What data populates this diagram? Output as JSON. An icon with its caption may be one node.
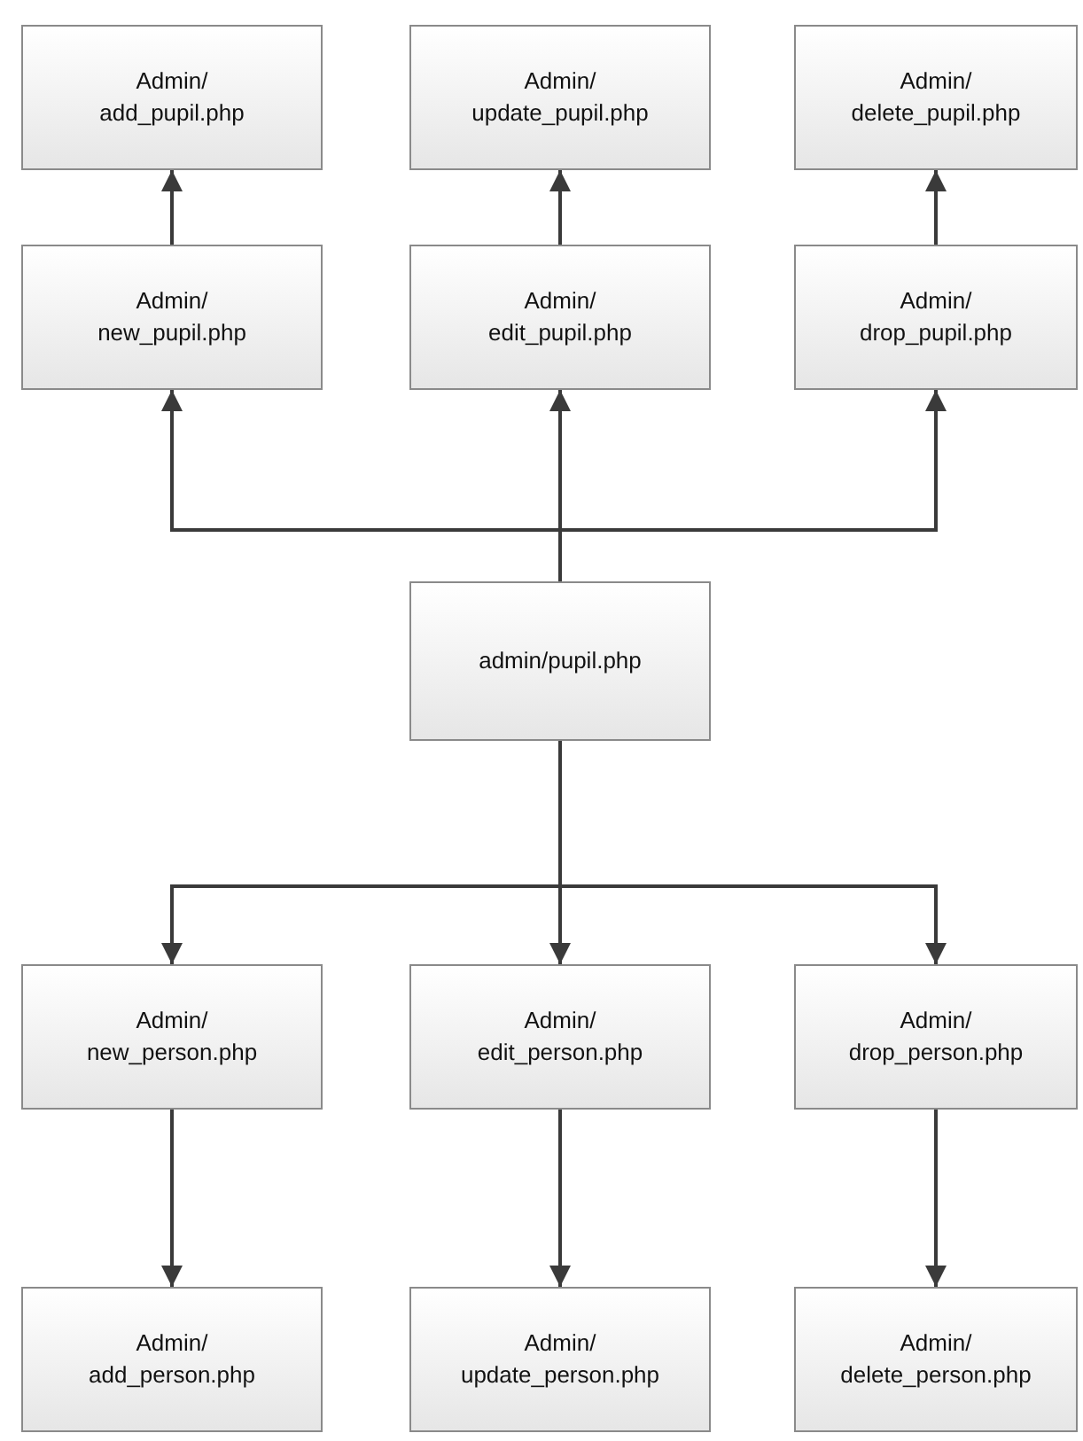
{
  "diagram": {
    "nodes": [
      {
        "text": [
          "Admin/ add_pupil.php"
        ]
      },
      {
        "text": [
          "Admin/ update_pupil.php"
        ]
      },
      {
        "text": [
          "Admin/ delete_pupil.php"
        ]
      },
      {
        "text": [
          "Admin/ new_pupil.php"
        ]
      },
      {
        "text": [
          "Admin/ edit_pupil.php"
        ]
      },
      {
        "text": [
          "Admin/ drop_pupil.php"
        ]
      },
      {
        "text": [
          "admin/pupil.php"
        ]
      },
      {
        "text": [
          "Admin/ new_person.php"
        ]
      },
      {
        "text": [
          "Admin/ edit_person.php"
        ]
      },
      {
        "text": [
          "Admin/ drop_person.php"
        ]
      },
      {
        "text": [
          "Admin/ add_person.php"
        ]
      },
      {
        "text": [
          "Admin/ update_person.php"
        ]
      },
      {
        "text": [
          "Admin/ delete_person.php"
        ]
      }
    ],
    "edges": [
      {
        "from": 3,
        "to": 0,
        "arrow": "to"
      },
      {
        "from": 4,
        "to": 1,
        "arrow": "to"
      },
      {
        "from": 5,
        "to": 2,
        "arrow": "to"
      },
      {
        "from": 6,
        "to": 3,
        "arrow": "to"
      },
      {
        "from": 6,
        "to": 4,
        "arrow": "to"
      },
      {
        "from": 6,
        "to": 5,
        "arrow": "to"
      },
      {
        "from": 6,
        "to": 7,
        "arrow": "to"
      },
      {
        "from": 6,
        "to": 8,
        "arrow": "to"
      },
      {
        "from": 6,
        "to": 9,
        "arrow": "to"
      },
      {
        "from": 7,
        "to": 10,
        "arrow": "to"
      },
      {
        "from": 8,
        "to": 11,
        "arrow": "to"
      },
      {
        "from": 9,
        "to": 12,
        "arrow": "to"
      }
    ]
  }
}
